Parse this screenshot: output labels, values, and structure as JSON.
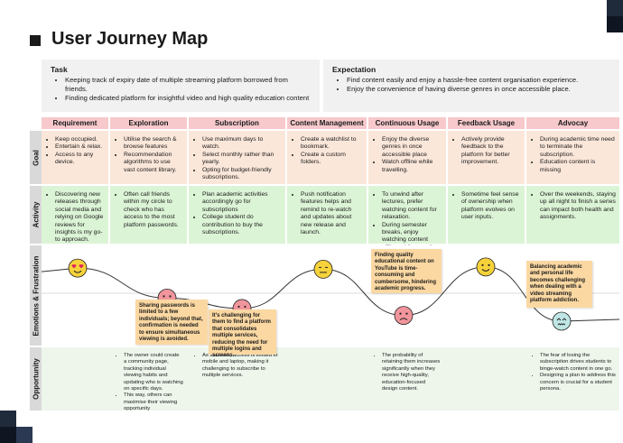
{
  "title": "User Journey Map",
  "task": {
    "heading": "Task",
    "items": [
      "Keeping track of expiry date of multiple streaming platform borrowed from friends.",
      "Finding dedicated platform for insightful video and high quality education content"
    ]
  },
  "expectation": {
    "heading": "Expectation",
    "items": [
      "Find content easily and enjoy a hassle-free content organisation experience.",
      "Enjoy the convenience of having diverse genres in once accessible place."
    ]
  },
  "stages": [
    "Requirement",
    "Exploration",
    "Subscription",
    "Content Management",
    "Continuous Usage",
    "Feedback Usage",
    "Advocay"
  ],
  "row_labels": {
    "goal": "Goal",
    "activity": "Activity",
    "emotions": "Emotions & Frustration",
    "opportunity": "Opportunity"
  },
  "goals": [
    [
      "Keep occupied.",
      "Entertain & relax.",
      "Access to any device."
    ],
    [
      "Utilise the search  & browse features",
      "Recommendation algorithms to use vast content library."
    ],
    [
      "Use maximum days to watch.",
      "Select monthly rather than yearly.",
      "Opting for budget-friendly subscriptions."
    ],
    [
      "Create a watchlist to bookmark.",
      "Create a custom folders."
    ],
    [
      "Enjoy the diverse genres in once accessible place",
      "Watch offline while travelling."
    ],
    [
      "Actively provide feedback to the platform for better improvement."
    ],
    [
      "During academic time need to terminate the subscription.",
      "Education content is missing"
    ]
  ],
  "activities": [
    [
      "Discovering new releases through social media and relying on Google reviews for insights is my go-to approach."
    ],
    [
      "Often call friends within my circle to check who has access to the most platform passwords."
    ],
    [
      "Plan academic activities accordingly go for subscriptions",
      "College student do contribution to buy the subscriptions."
    ],
    [
      "Push notification features helps and remind to re-watch and updates about new release and launch."
    ],
    [
      "To unwind after lectures, prefer watching content for relaxation.",
      "During semester breaks, enjoy watching content offline while traveling."
    ],
    [
      "Sometime feel sense of ownership when platform evolves on user inputs."
    ],
    [
      "Over the weekends, staying up all night to finish a series can impact both health and assignments."
    ]
  ],
  "emotions": [
    {
      "stage": 0,
      "mood": "love",
      "level": 0.92
    },
    {
      "stage": 1,
      "mood": "sad",
      "level": 0.4
    },
    {
      "stage": 2,
      "mood": "sad",
      "level": 0.22
    },
    {
      "stage": 3,
      "mood": "neutral",
      "level": 0.9
    },
    {
      "stage": 4,
      "mood": "sad",
      "level": 0.1
    },
    {
      "stage": 5,
      "mood": "happy",
      "level": 0.94
    },
    {
      "stage": 6,
      "mood": "anxious",
      "level": 0.0
    }
  ],
  "frustrations": [
    "Sharing passwords is limited to a few individuals; beyond that, confirmation is needed to ensure simultaneous viewing is avoided.",
    "It's challenging for them to find a platform that consolidates multiple services, reducing the need for multiple logins and screens.",
    "Finding quality educational content on YouTube is time-consuming and cumbersome, hindering academic progress.",
    "Balancing academic and personal life becomes challenging when dealing with a video streaming platform addiction."
  ],
  "opportunities": [
    [],
    [
      "The owner could create a community page, tracking individual viewing habits and updating who is watching on specific days.",
      "This way, others can maximise their viewing opportunity"
    ],
    [
      "As students, access is limited to mobile and laptop, making it challenging to subscribe to multiple services."
    ],
    [],
    [
      "The probability of retaining them increases significantly when they receive high-quality, education-focused design content."
    ],
    [],
    [
      "The fear of losing the subscription drives students to binge-watch content in one go.",
      "Designing a plan to address this concern is crucial for a student persona."
    ]
  ],
  "colors": {
    "header": "#f7c9cc",
    "goal": "#fbe7da",
    "activity": "#dcf4d6",
    "opportunity": "#eef6ec",
    "sticky": "#fbd8a2",
    "face_yellow": "#f6d23a",
    "face_red": "#f1959c",
    "face_teal": "#bfe6e4"
  }
}
